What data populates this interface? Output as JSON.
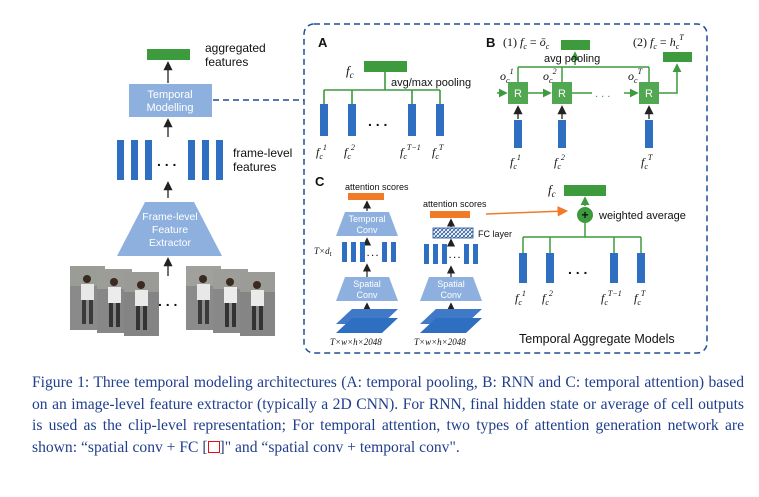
{
  "colors": {
    "bar_blue": "#2f6fc2",
    "module_light_blue": "#8eb0de",
    "feature_green": "#3d9a3d",
    "attention_orange": "#f07a28",
    "dashed_border": "#1e4f96",
    "caption_text": "#1f3e8c",
    "citation_box": "#e01010"
  },
  "left": {
    "aggregated_features": [
      "aggregated",
      "features"
    ],
    "temporal_modelling": [
      "Temporal",
      "Modelling"
    ],
    "frame_level_features": [
      "frame-level",
      "features"
    ],
    "extractor": [
      "Frame-level",
      "Feature",
      "Extractor"
    ],
    "dots": ". . ."
  },
  "panel_a": {
    "label": "A",
    "fc": "f_c",
    "pooling": "avg/max pooling",
    "dots": ". . .",
    "inputs": [
      {
        "base": "f_c",
        "sup": "1"
      },
      {
        "base": "f_c",
        "sup": "2"
      },
      {
        "base": "f_c",
        "sup": "T−1"
      },
      {
        "base": "f_c",
        "sup": "T"
      }
    ]
  },
  "panel_b": {
    "label": "B",
    "eq1": "(1) f_c = ō_c",
    "eq2": "(2) f_c = h_c^T",
    "pooling": "avg pooling",
    "cell": "R",
    "dots": ". . .",
    "outputs": [
      {
        "base": "o_c",
        "sup": "1"
      },
      {
        "base": "o_c",
        "sup": "2"
      },
      {
        "base": "o_c",
        "sup": "T"
      }
    ],
    "inputs": [
      {
        "base": "f_c",
        "sup": "1"
      },
      {
        "base": "f_c",
        "sup": "2"
      },
      {
        "base": "f_c",
        "sup": "T"
      }
    ]
  },
  "panel_c": {
    "label": "C",
    "attention_scores": "attention scores",
    "temporal_conv": [
      "Temporal",
      "Conv"
    ],
    "spatial_conv": [
      "Spatial",
      "Conv"
    ],
    "fc_layer": "FC layer",
    "t_dt": "T×d_t",
    "tensor_dims": "T×w×h×2048",
    "weighted_average": "weighted average",
    "plus": "+",
    "fc": "f_c",
    "dots": ". . .",
    "inputs": [
      {
        "base": "f_c",
        "sup": "1"
      },
      {
        "base": "f_c",
        "sup": "2"
      },
      {
        "base": "f_c",
        "sup": "T−1"
      },
      {
        "base": "f_c",
        "sup": "T"
      }
    ]
  },
  "panel_title": "Temporal Aggregate Models",
  "caption": {
    "main": "Figure 1: Three temporal modeling architectures (A: temporal pooling, B: RNN and C: temporal attention) based on an image-level feature extractor (typically a 2D CNN). For RNN, final hidden state or average of cell outputs is used as the clip-level representation; For temporal attention, two types of attention generation network are shown: “spatial conv + FC [",
    "after_cite": "]\" and “spatial conv + temporal conv\"."
  }
}
